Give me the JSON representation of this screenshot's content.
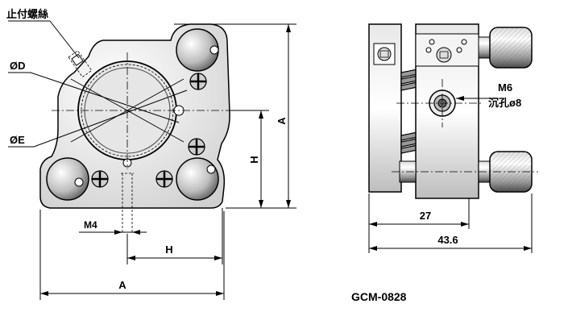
{
  "labels": {
    "set_screw": "止付螺絲",
    "dia_d": "ØD",
    "dia_e": "ØE",
    "dim_a_right": "A",
    "dim_h_vertical": "H",
    "dim_m4": "M4",
    "dim_h_horizontal": "H",
    "dim_a_bottom": "A",
    "m6": "M6",
    "counterbore": "沉孔ø8",
    "dim_27": "27",
    "dim_43_6": "43.6",
    "model": "GCM-0828"
  }
}
